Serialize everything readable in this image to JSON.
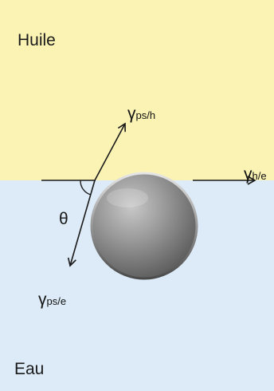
{
  "phases": {
    "top_label": "Huile",
    "bottom_label": "Eau"
  },
  "colors": {
    "oil": "#faf3b4",
    "water": "#dcebf7",
    "particle": "#8c8c8c",
    "lines": "#1a1a1a"
  },
  "tensions": {
    "particle_oil": {
      "symbol": "γ",
      "subscript": "ps/h"
    },
    "oil_water": {
      "symbol": "γ",
      "subscript": "h/e"
    },
    "particle_water": {
      "symbol": "γ",
      "subscript": "ps/e"
    }
  },
  "angle": {
    "symbol": "θ"
  }
}
